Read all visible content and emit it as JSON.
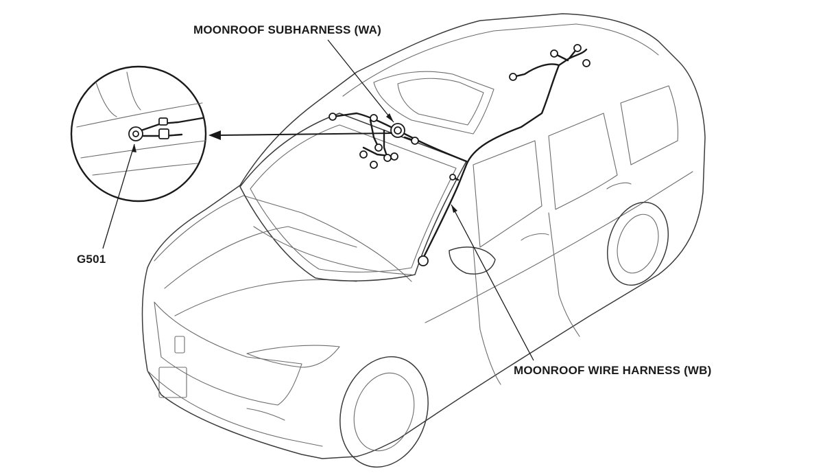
{
  "callouts": {
    "moonroof_subharness": "MOONROOF SUBHARNESS (WA)",
    "ground_point": "G501",
    "moonroof_wire_harness": "MOONROOF WIRE HARNESS (WB)"
  },
  "colors": {
    "line": "#1a1a1a",
    "outline": "#3a3a3a",
    "detail": "#6b6b6b",
    "background": "#ffffff"
  }
}
